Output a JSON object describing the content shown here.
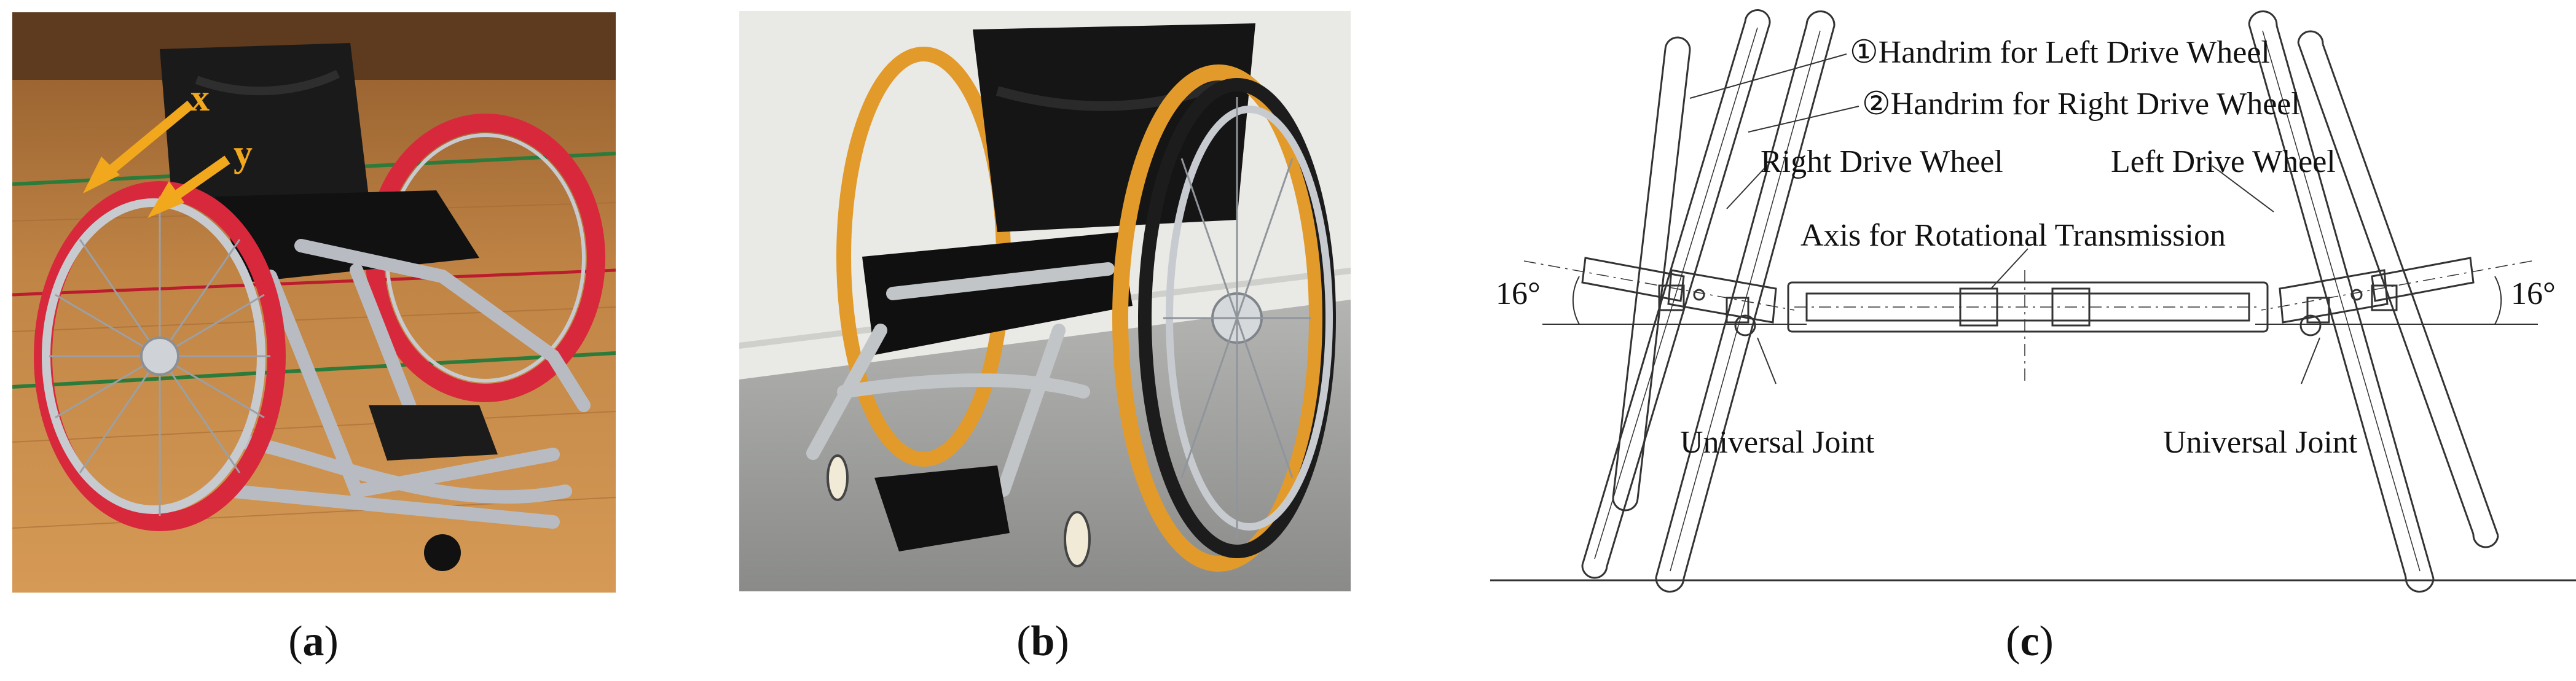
{
  "panels": [
    {
      "id": "a",
      "caption_open": "(",
      "caption_letter": "a",
      "caption_close": ")",
      "axis_labels": {
        "x": "x",
        "y": "y"
      },
      "colors": {
        "floor": "#b97a3c",
        "tire": "#d8283c",
        "arrow": "#f2a81d",
        "frame": "#b8bcc2",
        "seat": "#1a1a1a"
      }
    },
    {
      "id": "b",
      "caption_open": "(",
      "caption_letter": "b",
      "caption_close": ")",
      "colors": {
        "wall": "#e7e7e4",
        "floor": "#9d9e9c",
        "tire": "#e29a2a",
        "frame": "#c2c5c8",
        "seat": "#151515"
      }
    },
    {
      "id": "c",
      "caption_open": "(",
      "caption_letter": "c",
      "caption_close": ")",
      "labels": {
        "handrim_left": "①Handrim for Left Drive Wheel",
        "handrim_right": "②Handrim for Right Drive Wheel",
        "right_drive_wheel": "Right Drive Wheel",
        "left_drive_wheel": "Left Drive Wheel",
        "axis": "Axis for Rotational Transmission",
        "angle_left": "16°",
        "angle_right": "16°",
        "universal_joint_left": "Universal Joint",
        "universal_joint_right": "Universal Joint"
      },
      "colors": {
        "line": "#333333"
      }
    }
  ]
}
